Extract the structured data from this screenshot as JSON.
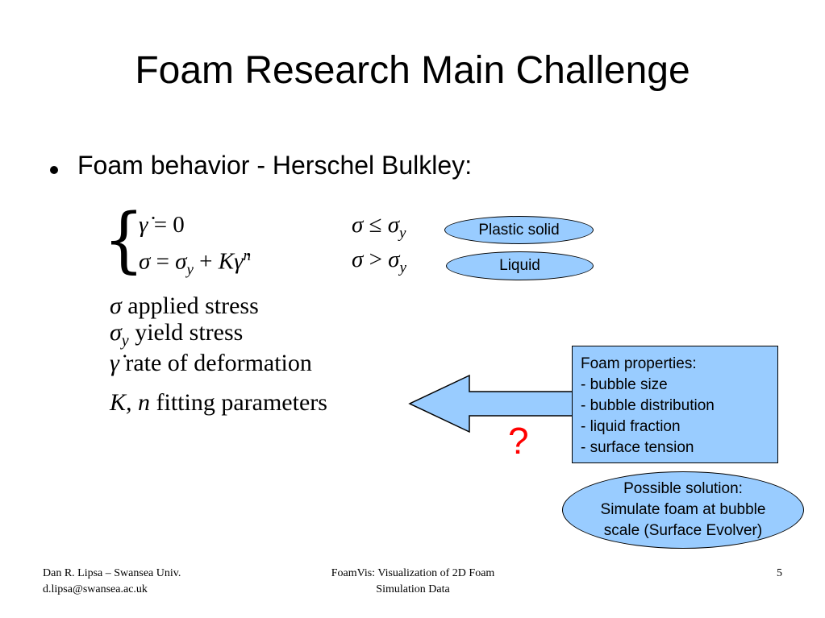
{
  "slide": {
    "title": "Foam Research Main Challenge",
    "bullet": "Foam behavior - Herschel Bulkley:",
    "equations": {
      "row1_left": [
        "γ̇",
        " = 0"
      ],
      "row1_right": [
        "σ",
        " ≤ ",
        "σ",
        "y"
      ],
      "row2_left": [
        "σ",
        " = ",
        "σ",
        "y",
        " + ",
        "K",
        "γ̇",
        "n"
      ],
      "row2_right": [
        "σ",
        " > ",
        "σ",
        "y"
      ]
    },
    "labels": {
      "plastic_solid": "Plastic solid",
      "liquid": "Liquid"
    },
    "definitions": [
      {
        "symbol": "σ",
        "sub": "",
        "text": "applied stress"
      },
      {
        "symbol": "σ",
        "sub": "y",
        "text": "yield stress"
      },
      {
        "symbol": "γ̇",
        "sub": "",
        "text": "rate of deformation"
      },
      {
        "symbol": "K, n",
        "sub": "",
        "text": "fitting parameters"
      }
    ],
    "foam_properties": {
      "heading": "Foam properties:",
      "items": [
        "- bubble size",
        "- bubble distribution",
        "- liquid fraction",
        "- surface tension"
      ]
    },
    "question_mark": "?",
    "solution": {
      "line1": "Possible solution:",
      "line2": "Simulate foam at bubble",
      "line3": "scale (Surface Evolver)"
    }
  },
  "footer": {
    "author": "Dan R. Lipsa – Swansea Univ.",
    "email": "d.lipsa@swansea.ac.uk",
    "title_line1": "FoamVis: Visualization of 2D Foam",
    "title_line2": "Simulation Data",
    "page_number": "5"
  },
  "colors": {
    "shape_fill": "#99ccff",
    "question_mark": "#ff0000",
    "text": "#000000"
  }
}
